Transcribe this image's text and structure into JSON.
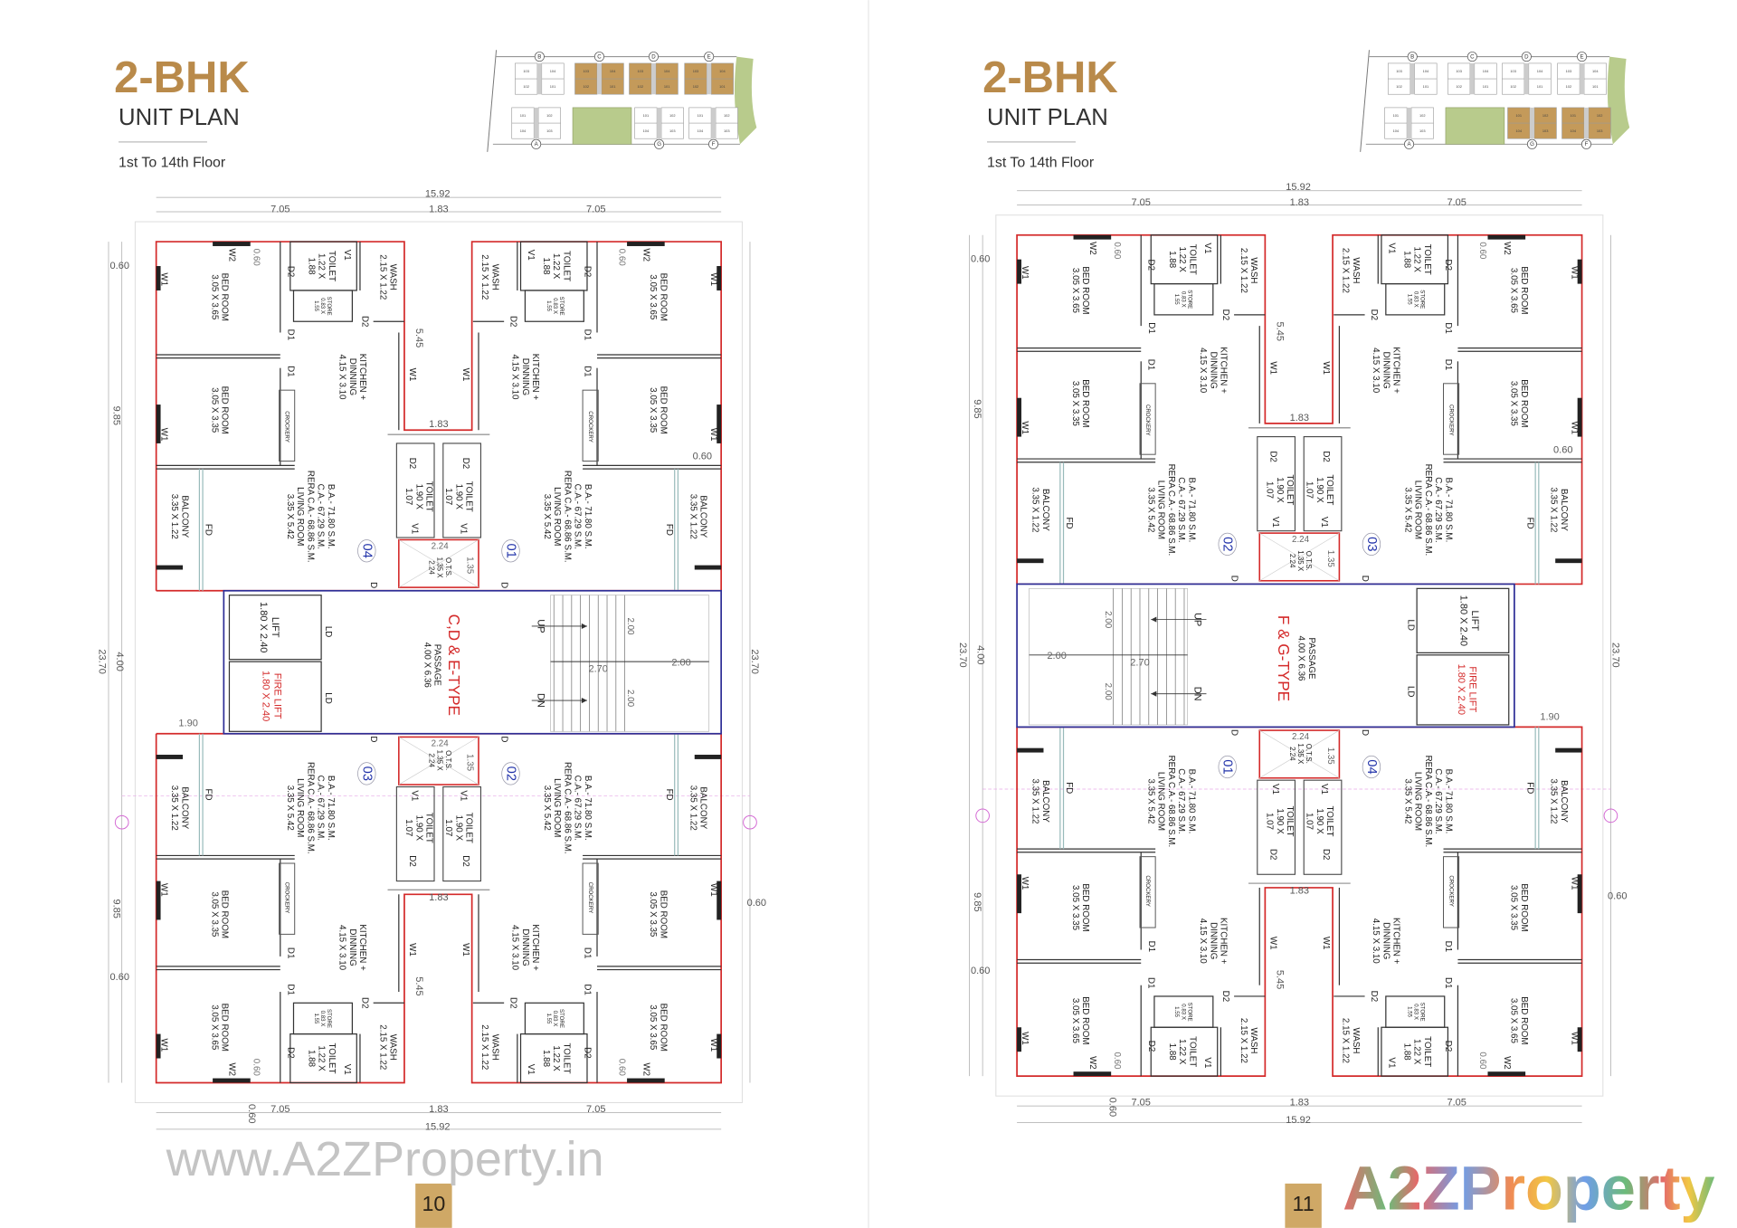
{
  "pages": [
    {
      "title": "2-BHK",
      "subtitle": "UNIT PLAN",
      "floors": "1st To 14th Floor",
      "page_number": "10",
      "type_label": "C,D & E-TYPE",
      "unit_numbers": [
        "04",
        "01",
        "03",
        "02"
      ],
      "highlighted_blocks": [
        "C",
        "D",
        "E"
      ],
      "watermark": "www.A2ZProperty.in"
    },
    {
      "title": "2-BHK",
      "subtitle": "UNIT PLAN",
      "floors": "1st To 14th Floor",
      "page_number": "11",
      "type_label": "F & G-TYPE",
      "unit_numbers": [
        "02",
        "03",
        "01",
        "04"
      ],
      "highlighted_blocks": [
        "G",
        "F"
      ],
      "watermark": "A2ZProperty"
    }
  ],
  "key_plan": {
    "top_blocks": [
      "B",
      "C",
      "D",
      "E"
    ],
    "bottom_blocks": [
      "A",
      "G",
      "F"
    ],
    "top_units": [
      "103",
      "104",
      "102",
      "101"
    ],
    "bottom_units": [
      "101",
      "102",
      "104",
      "103"
    ]
  },
  "rooms": {
    "bed_master": [
      "BED ROOM",
      "3.05 X 3.65"
    ],
    "bed": [
      "BED ROOM",
      "3.05 X 3.35"
    ],
    "kitchen": [
      "KITCHEN +",
      "DINNING",
      "4.15 X 3.10"
    ],
    "toilet_master": [
      "TOILET",
      "1.22 X",
      "1.88"
    ],
    "store": [
      "STORE",
      "0.83 X",
      "1.55"
    ],
    "wash": [
      "WASH",
      "2.15 X 1.22"
    ],
    "living": [
      "LIVING ROOM",
      "3.35 X 5.42"
    ],
    "areas": [
      "B.A.- 71.80 S.M.",
      "C.A.- 67.29 S.M.",
      "RERA C.A.- 68.86 S.M."
    ],
    "balcony": [
      "BALCONY",
      "3.35 X 1.22"
    ],
    "toilet_common": [
      "TOILET",
      "1.90 X",
      "1.07"
    ],
    "crockery": "CROCKERY",
    "ots": [
      "O.T.S.",
      "1.35 X",
      "2.24"
    ]
  },
  "tags": {
    "w1": "W1",
    "w2": "W2",
    "d1": "D1",
    "d2": "D2",
    "v1": "V1",
    "fd": "FD",
    "ld": "LD",
    "d": "D"
  },
  "core": {
    "passage": [
      "PASSAGE",
      "4.00 X 6.36"
    ],
    "lift": [
      "LIFT",
      "1.80 X 2.40"
    ],
    "fire_lift": [
      "FIRE LIFT",
      "1.80 X 2.40"
    ],
    "up": "UP",
    "dn": "DN"
  },
  "dims": {
    "overall": "15.92",
    "half": "7.05",
    "duct": "1.83",
    "height": "23.70",
    "wing": "9.85",
    "passage_w": "4.00",
    "offset": "0.60",
    "duct_len": "5.45",
    "ots_w": "2.24",
    "ots_h": "1.35",
    "stair_w": "2.00",
    "stair_len": "2.70",
    "lift_gap": "1.90"
  },
  "colors": {
    "title_gold": "#b98a4a",
    "badge_gold": "#cfa866",
    "highlight_block": "#c49a5a",
    "green_area": "#b8cb8c",
    "unit_outline": "#d42a2a",
    "passage_outline": "#2e2e96",
    "unit_number": "#2233aa"
  }
}
